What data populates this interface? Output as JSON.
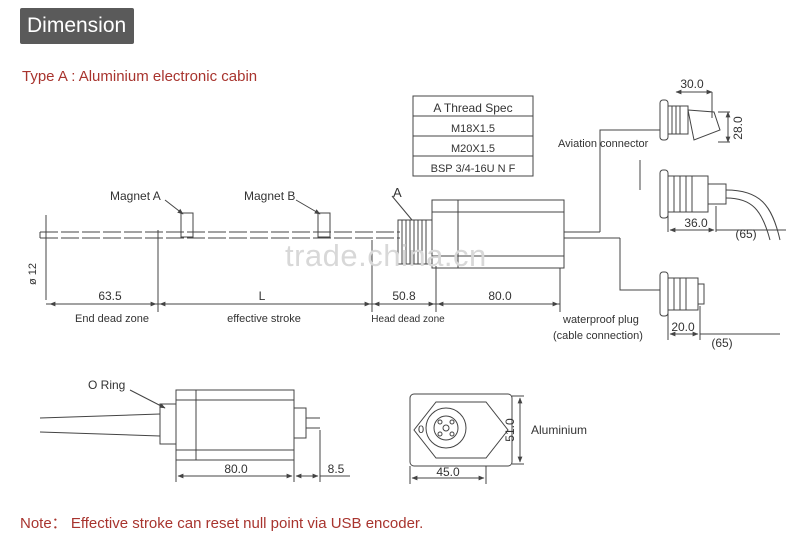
{
  "header": {
    "title": "Dimension"
  },
  "subtitle": "Type A : Aluminium electronic cabin",
  "thread_table": {
    "title": "A Thread Spec",
    "rows": [
      "M18X1.5",
      "M20X1.5",
      "BSP 3/4-16U N F"
    ]
  },
  "labels": {
    "magnet_a": "Magnet A",
    "magnet_b": "Magnet B",
    "point_a": "A",
    "aviation": "Aviation connector",
    "waterproof1": "waterproof plug",
    "waterproof2": "(cable connection)",
    "end_zone": "End dead zone",
    "effective": "effective stroke",
    "head_zone": "Head dead zone",
    "o_ring": "O Ring",
    "aluminium": "Aluminium",
    "dia": "ø 12",
    "zero": "0"
  },
  "dims": {
    "d635": "63.5",
    "L": "L",
    "d508": "50.8",
    "d80": "80.0",
    "d30": "30.0",
    "d28": "28.0",
    "d36": "36.0",
    "p65a": "(65)",
    "d20": "20.0",
    "p65b": "(65)",
    "b80": "80.0",
    "b85": "8.5",
    "d45": "45.0",
    "d51": "51.0"
  },
  "watermark": "trade.china.cn",
  "note": "Note： Effective stroke can reset null point via USB encoder.",
  "colors": {
    "header_bg": "#5a5a5a",
    "red_text": "#a8342e",
    "line": "#444444"
  }
}
